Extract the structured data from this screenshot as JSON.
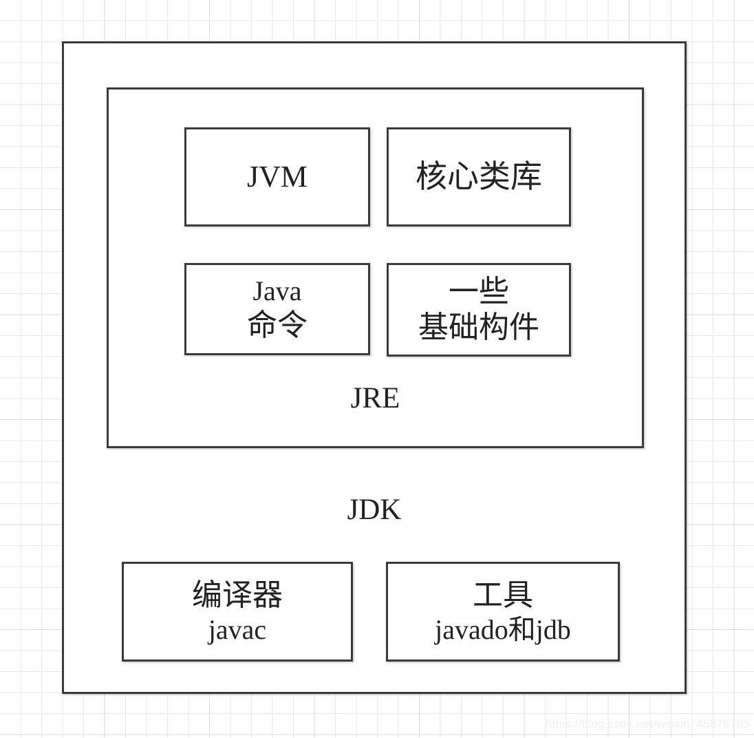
{
  "diagram": {
    "title": "JDK / JRE architecture nested box diagram",
    "background": {
      "style": "graph-paper",
      "minor_grid_color": "#e4e4e4",
      "major_grid_color": "#cdcdcd",
      "page_color": "#ffffff"
    },
    "colors": {
      "border": "#3a3a3a",
      "text": "#222222",
      "box_fill": "#ffffff",
      "watermark": "#f0f0f0"
    },
    "outer_container": {
      "label": "JDK",
      "children": [
        {
          "label": "JRE",
          "children": [
            {
              "name": "jvm",
              "lines": [
                "JVM"
              ]
            },
            {
              "name": "core-library",
              "lines": [
                "核心类库"
              ]
            },
            {
              "name": "java-command",
              "lines": [
                "Java",
                "命令"
              ]
            },
            {
              "name": "base-component",
              "lines": [
                "一些",
                "基础构件"
              ]
            }
          ]
        },
        {
          "name": "compiler",
          "lines": [
            "编译器",
            "javac"
          ]
        },
        {
          "name": "tools",
          "lines": [
            "工具",
            "javado和jdb"
          ]
        }
      ]
    },
    "boxes": {
      "jvm": {
        "line1": "JVM"
      },
      "core_library": {
        "line1": "核心类库"
      },
      "java_command": {
        "line1": "Java",
        "line2": "命令"
      },
      "base_component": {
        "line1": "一些",
        "line2": "基础构件"
      },
      "compiler": {
        "line1": "编译器",
        "line2": "javac"
      },
      "tools": {
        "line1": "工具",
        "line2": "javado和jdb"
      }
    },
    "labels": {
      "jre": "JRE",
      "jdk": "JDK"
    },
    "watermark": "https://blog.csdn.net/weixin_45876795"
  }
}
